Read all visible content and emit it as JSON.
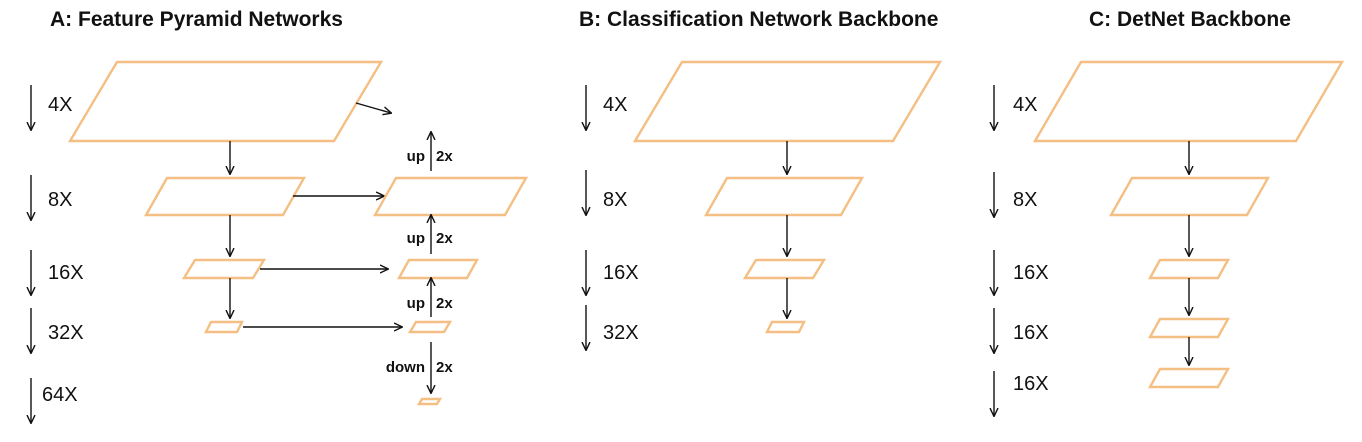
{
  "panels": {
    "a": {
      "title": "A: Feature Pyramid Networks",
      "scales": [
        "4X",
        "8X",
        "16X",
        "32X",
        "64X"
      ],
      "operations": {
        "up_1": "up",
        "x2_1": "2x",
        "up_2": "up",
        "x2_2": "2x",
        "up_3": "up",
        "x2_3": "2x",
        "down": "down",
        "x2_4": "2x"
      }
    },
    "b": {
      "title": "B: Classification Network Backbone",
      "scales": [
        "4X",
        "8X",
        "16X",
        "32X"
      ]
    },
    "c": {
      "title": "C: DetNet Backbone",
      "scales": [
        "4X",
        "8X",
        "16X",
        "16X",
        "16X"
      ]
    }
  },
  "colors": {
    "feature_map_outline": "#F5BE82",
    "arrow": "#111111",
    "text": "#111111"
  }
}
